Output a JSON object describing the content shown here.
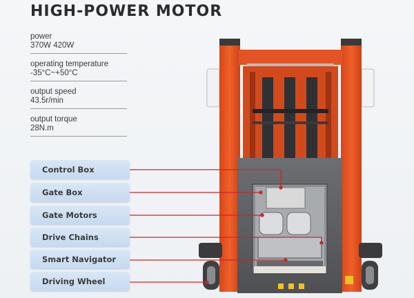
{
  "title": "HIGH-POWER MOTOR",
  "specs": [
    {
      "label": "power",
      "value": "370W 420W"
    },
    {
      "label": "operating temperature",
      "value": "-35°C~+50°C"
    },
    {
      "label": "output speed",
      "value": "43.5r/min"
    },
    {
      "label": "output torque",
      "value": "28N.m"
    }
  ],
  "components": [
    "Control Box",
    "Gate Box",
    "Gate Motors",
    "Drive Chains",
    "Smart Navigator",
    "Driving Wheel"
  ],
  "colors": {
    "frame_orange": "#e8501e",
    "panel_gray": "#5f6164",
    "leader_red": "#c9262b",
    "label_blue": "#cfe0f3"
  }
}
